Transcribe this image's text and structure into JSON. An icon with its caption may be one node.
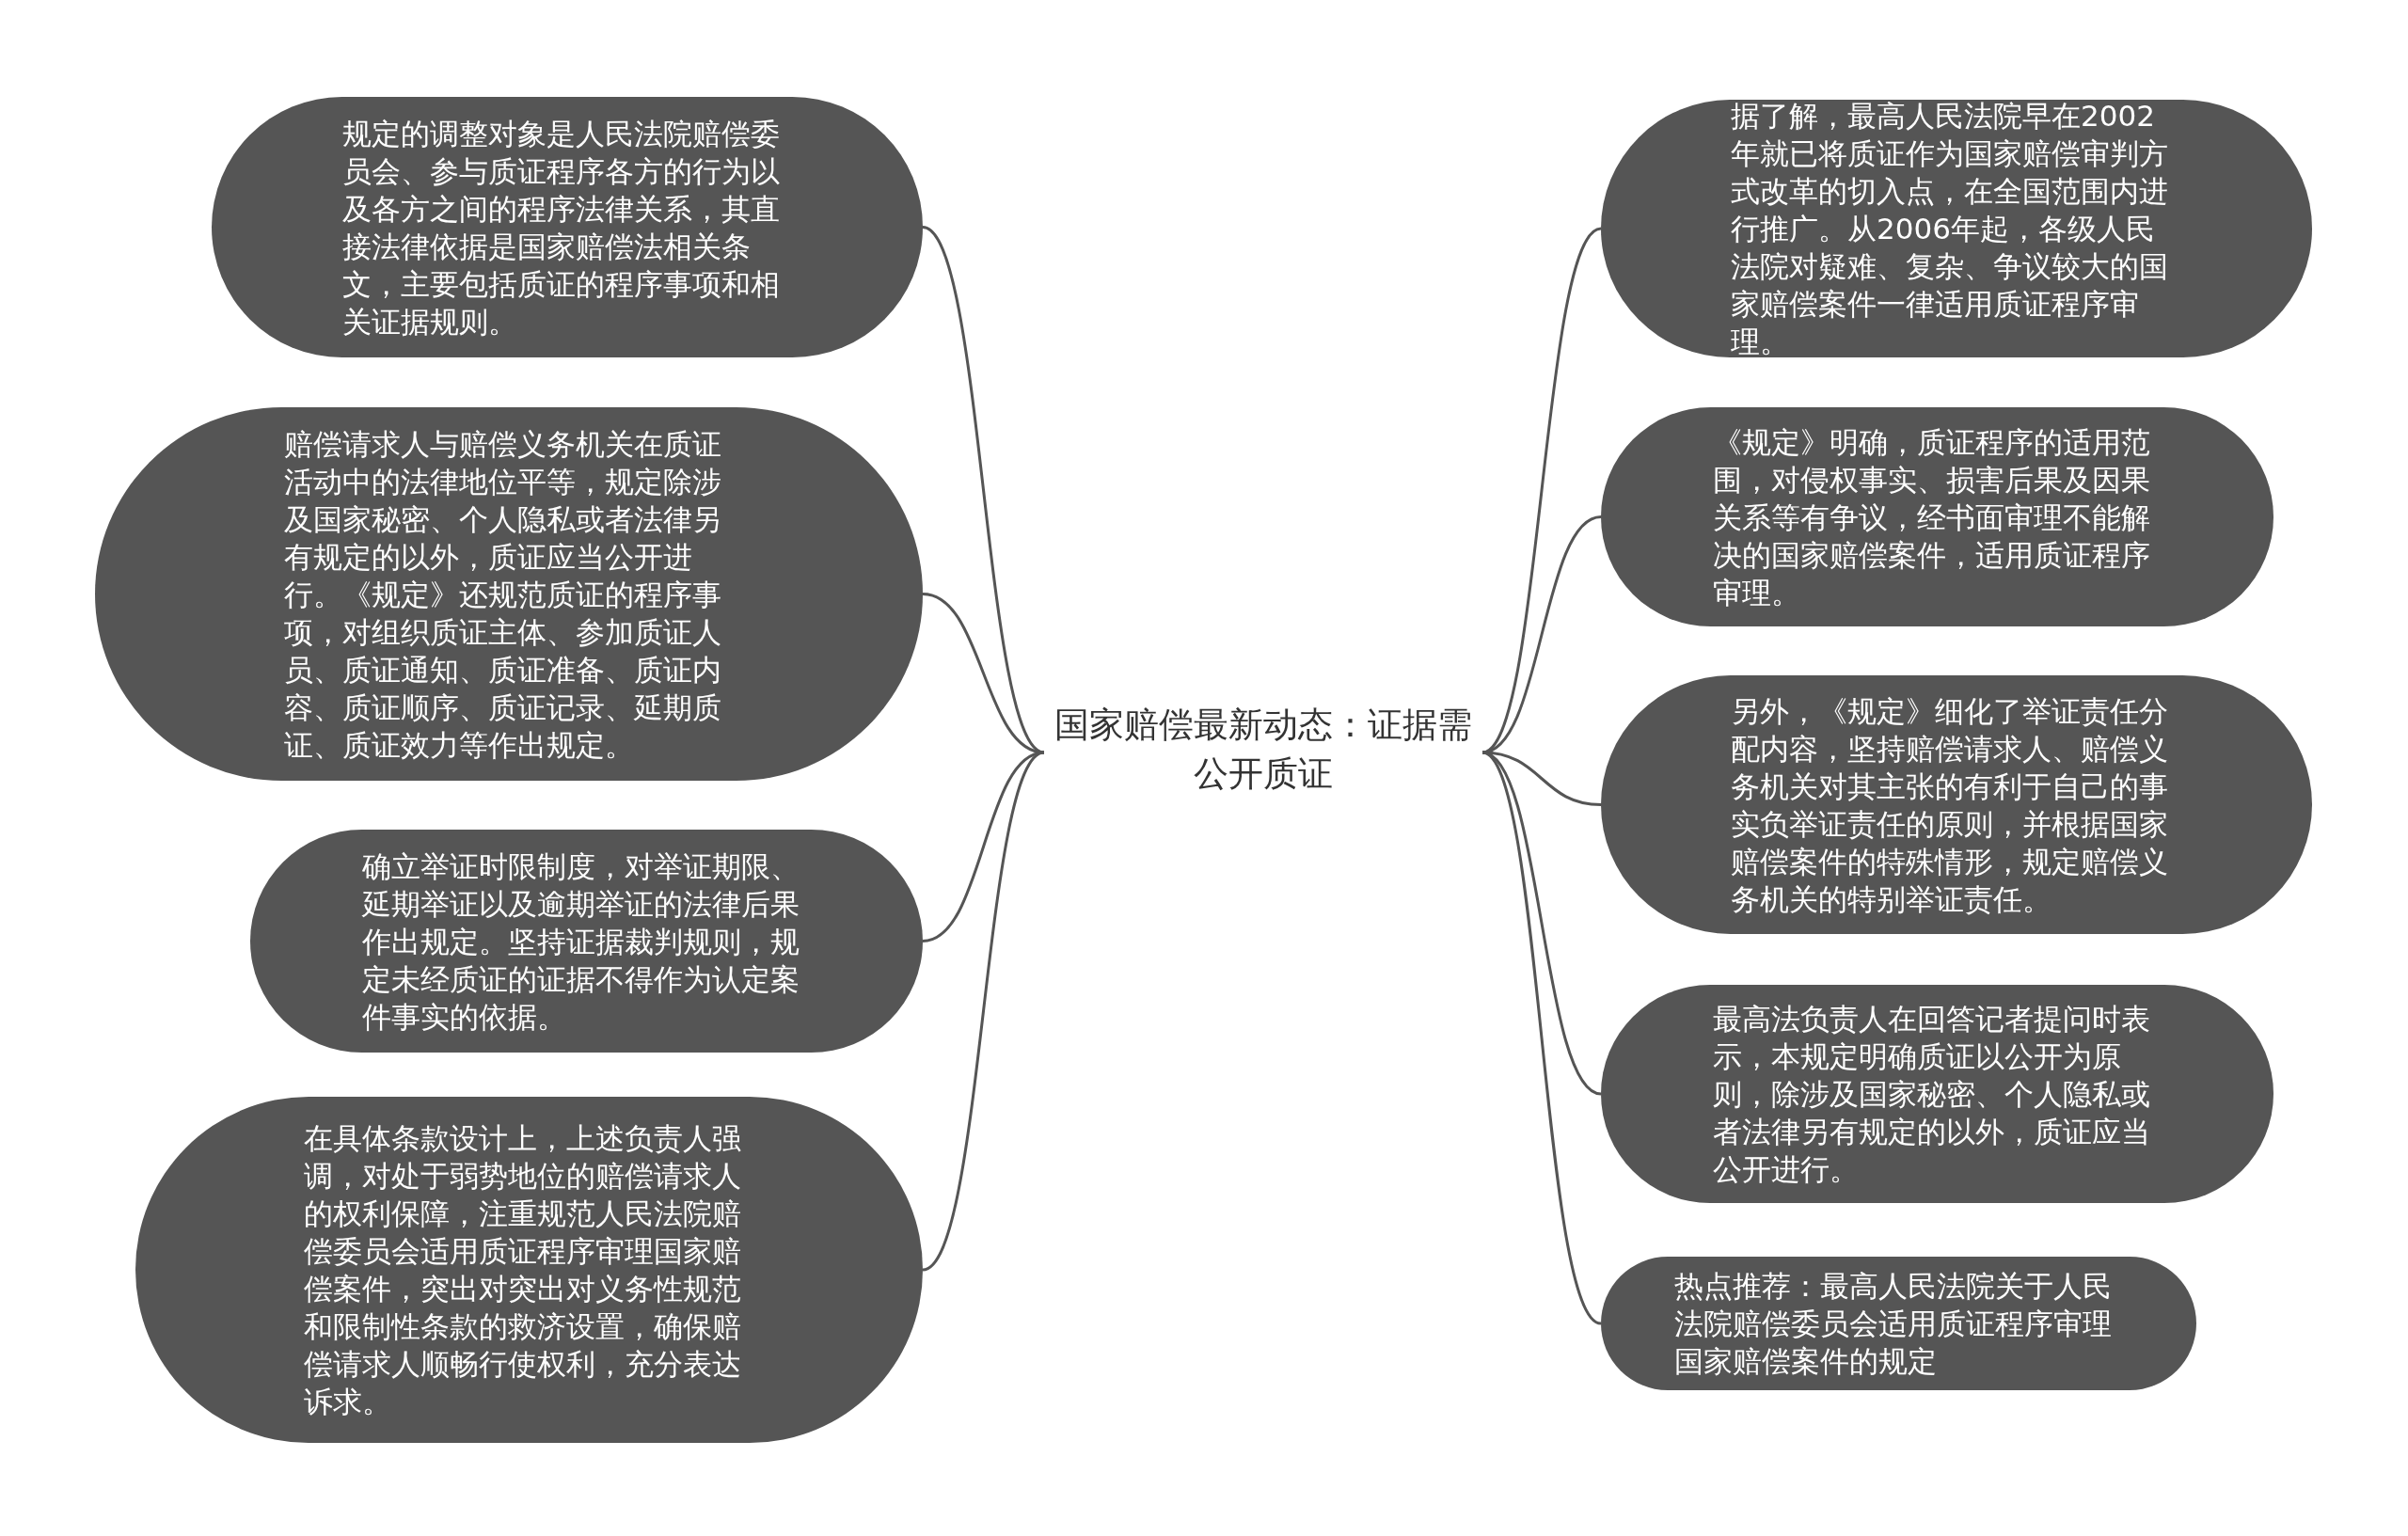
{
  "diagram": {
    "nodes": [
      {
        "text": [
          "国家赔偿最新动态：证据需公开质证"
        ]
      },
      {
        "text": [
          "规定的调整对象是人民法院赔偿委员会、参与质证程序各方的行为以及各方之间的程序法律关系，其直接法律依据是国家赔偿法相关条文，主要包括质证的程序事项和相关证据规则。"
        ]
      },
      {
        "text": [
          "赔偿请求人与赔偿义务机关在质证活动中的法律地位平等，规定除涉及国家秘密、个人隐私或者法律另有规定的以外，质证应当公开进行。《规定》还规范质证的程序事项，对组织质证主体、参加质证人员、质证通知、质证准备、质证内容、质证顺序、质证记录、延期质证、质证效力等作出规定。"
        ]
      },
      {
        "text": [
          "确立举证时限制度，对举证期限、延期举证以及逾期举证的法律后果作出规定。坚持证据裁判规则，规定未经质证的证据不得作为认定案件事实的依据。"
        ]
      },
      {
        "text": [
          "在具体条款设计上，上述负责人强调，对处于弱势地位的赔偿请求人的权利保障，注重规范人民法院赔偿委员会适用质证程序审理国家赔偿案件，突出对突出对义务性规范和限制性条款的救济设置，确保赔偿请求人顺畅行使权利，充分表达诉求。"
        ]
      },
      {
        "text": [
          "据了解，最高人民法院早在2002年就已将质证作为国家赔偿审判方式改革的切入点，在全国范围内进行推广。从2006年起，各级人民法院对疑难、复杂、争议较大的国家赔偿案件一律适用质证程序审理。"
        ]
      },
      {
        "text": [
          "《规定》明确，质证程序的适用范围，对侵权事实、损害后果及因果关系等有争议，经书面审理不能解决的国家赔偿案件，适用质证程序审理。"
        ]
      },
      {
        "text": [
          "另外，《规定》细化了举证责任分配内容，坚持赔偿请求人、赔偿义务机关对其主张的有利于自己的事实负举证责任的原则，并根据国家赔偿案件的特殊情形，规定赔偿义务机关的特别举证责任。"
        ]
      },
      {
        "text": [
          "最高法负责人在回答记者提问时表示，本规定明确质证以公开为原则，除涉及国家秘密、个人隐私或者法律另有规定的以外，质证应当公开进行。"
        ]
      },
      {
        "text": [
          "热点推荐：最高人民法院关于人民法院赔偿委员会适用质证程序审理国家赔偿案件的规定"
        ]
      }
    ],
    "edges": [
      {
        "from": 0,
        "to": 1,
        "arrow": "none"
      },
      {
        "from": 0,
        "to": 2,
        "arrow": "none"
      },
      {
        "from": 0,
        "to": 3,
        "arrow": "none"
      },
      {
        "from": 0,
        "to": 4,
        "arrow": "none"
      },
      {
        "from": 0,
        "to": 5,
        "arrow": "none"
      },
      {
        "from": 0,
        "to": 6,
        "arrow": "none"
      },
      {
        "from": 0,
        "to": 7,
        "arrow": "none"
      },
      {
        "from": 0,
        "to": 8,
        "arrow": "none"
      },
      {
        "from": 0,
        "to": 9,
        "arrow": "none"
      }
    ]
  }
}
